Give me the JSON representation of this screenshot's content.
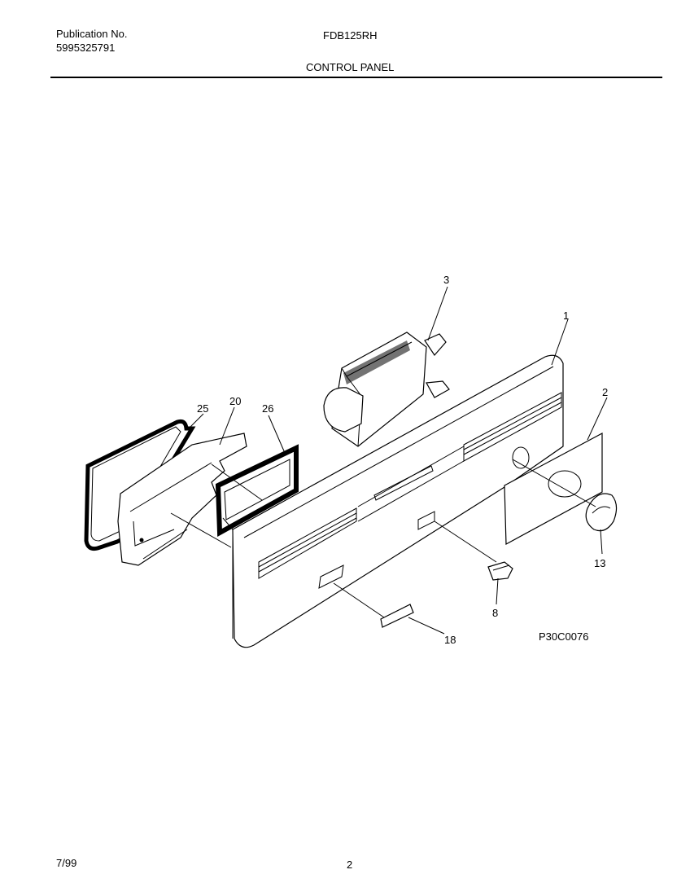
{
  "header": {
    "publication_label": "Publication No.",
    "publication_number": "5995325791",
    "model": "FDB125RH",
    "section_title": "CONTROL PANEL"
  },
  "diagram": {
    "callouts": {
      "part_1": "1",
      "part_2": "2",
      "part_3": "3",
      "part_8": "8",
      "part_13": "13",
      "part_18": "18",
      "part_20": "20",
      "part_25": "25",
      "part_26": "26"
    },
    "drawing_code": "P30C0076"
  },
  "footer": {
    "date": "7/99",
    "page": "2"
  }
}
